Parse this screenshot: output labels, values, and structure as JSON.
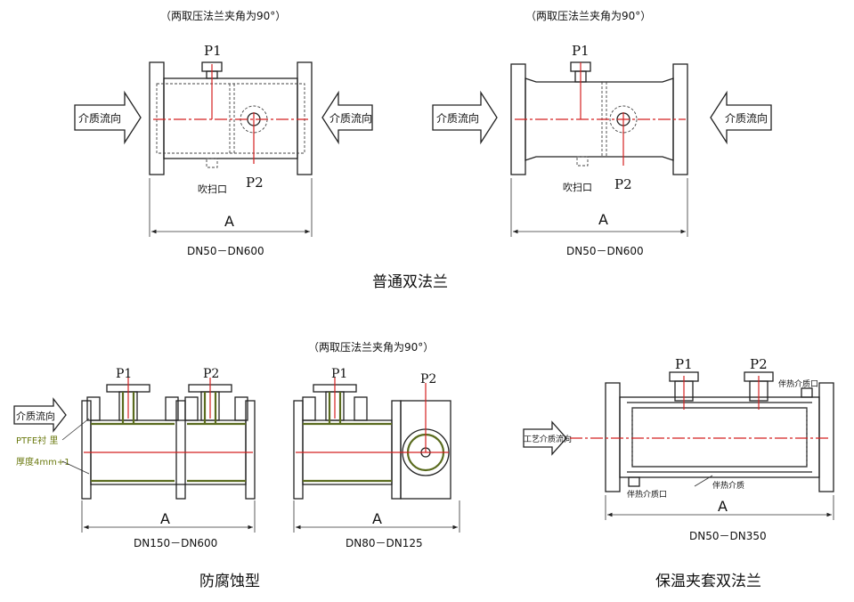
{
  "colors": {
    "line": "#222222",
    "centerline": "#d42020",
    "lining": "#5a6b1e",
    "lining_text": "#6b7a10"
  },
  "angle_note": "（两取压法兰夹角为90°）",
  "flow_label": "介质流向",
  "purge_label": "吹扫口",
  "dimension_label": "A",
  "p1": "P1",
  "p2": "P2",
  "top_left": {
    "range": "DN50－DN600"
  },
  "top_right": {
    "range": "DN50－DN600"
  },
  "top_caption": "普通双法兰",
  "bottom_left": {
    "ptfe_label": "PTFE衬 里",
    "thickness_label": "厚度4mm+1",
    "range_a": "DN150－DN600",
    "range_b": "DN80－DN125",
    "caption": "防腐蚀型"
  },
  "bottom_right": {
    "process_flow_label": "工艺介质流向",
    "heating_inlet": "伴热介质口",
    "heating_outlet": "伴热介质口",
    "heating_medium": "伴热介质",
    "range": "DN50－DN350",
    "caption": "保温夹套双法兰"
  }
}
